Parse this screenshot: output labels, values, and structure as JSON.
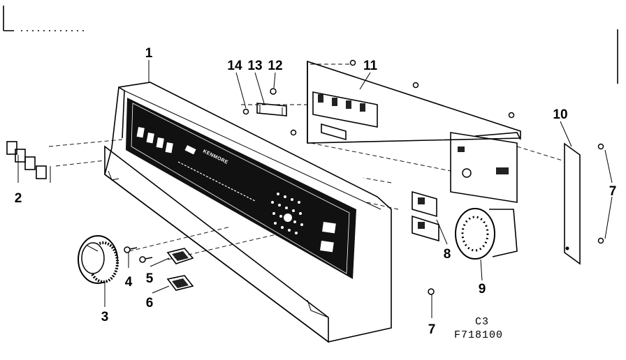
{
  "diagram": {
    "callouts": [
      {
        "id": "1",
        "label": "1"
      },
      {
        "id": "2",
        "label": "2"
      },
      {
        "id": "3",
        "label": "3"
      },
      {
        "id": "4",
        "label": "4"
      },
      {
        "id": "5",
        "label": "5"
      },
      {
        "id": "6",
        "label": "6"
      },
      {
        "id": "7a",
        "label": "7"
      },
      {
        "id": "7b",
        "label": "7"
      },
      {
        "id": "8",
        "label": "8"
      },
      {
        "id": "9",
        "label": "9"
      },
      {
        "id": "10",
        "label": "10"
      },
      {
        "id": "11",
        "label": "11"
      },
      {
        "id": "12",
        "label": "12"
      },
      {
        "id": "13",
        "label": "13"
      },
      {
        "id": "14",
        "label": "14"
      }
    ],
    "brand_label": "KENMORE",
    "diagram_code": "C3",
    "part_number": "F718100"
  }
}
